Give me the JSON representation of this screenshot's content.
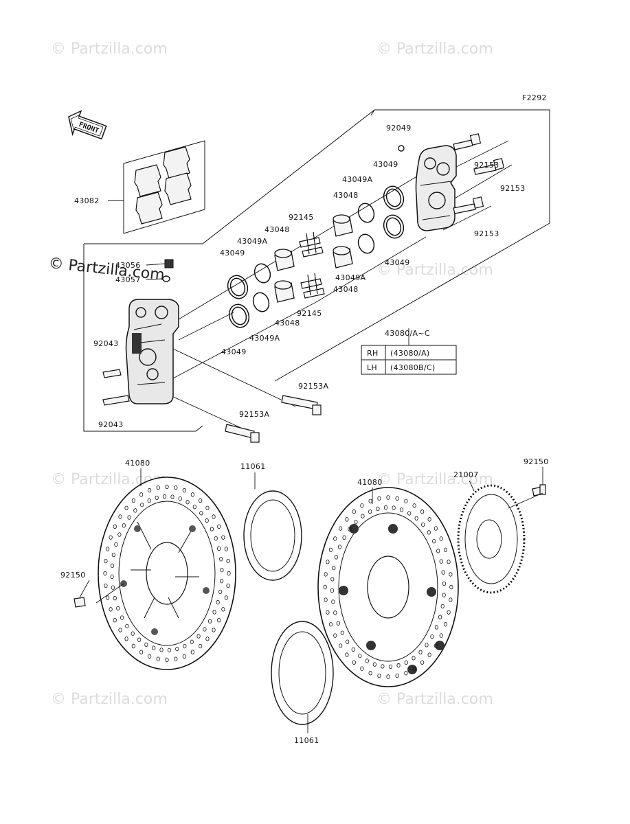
{
  "figure_code": "F2292",
  "front_label": "FRONT",
  "watermark_text": "© Partzilla.com",
  "parts": {
    "p43082": "43082",
    "p92049": "92049",
    "p43049_a": "43049",
    "p43049A_a": "43049A",
    "p43048_a": "43048",
    "p92153_a": "92153",
    "p92153_b": "92153",
    "p92153_c": "92153",
    "p92145_a": "92145",
    "p43048_b": "43048",
    "p43049A_b": "43049A",
    "p43049_b": "43049",
    "p43056": "43056",
    "p43057": "43057",
    "p43049A_c": "43049A",
    "p43048_c": "43048",
    "p43049_c": "43049",
    "p92145_b": "92145",
    "p43048_d": "43048",
    "p43049A_d": "43049A",
    "p43049_d": "43049",
    "p92043_a": "92043",
    "p92043_b": "92043",
    "p43080": "43080/A~C",
    "p92153A_a": "92153A",
    "p92153A_b": "92153A",
    "p41080_a": "41080",
    "p11061_a": "11061",
    "p41080_b": "41080",
    "p21007": "21007",
    "p92150_a": "92150",
    "p92150_b": "92150",
    "p11061_b": "11061"
  },
  "side_table": [
    {
      "side": "RH",
      "part": "(43080/A)"
    },
    {
      "side": "LH",
      "part": "(43080B/C)"
    }
  ]
}
